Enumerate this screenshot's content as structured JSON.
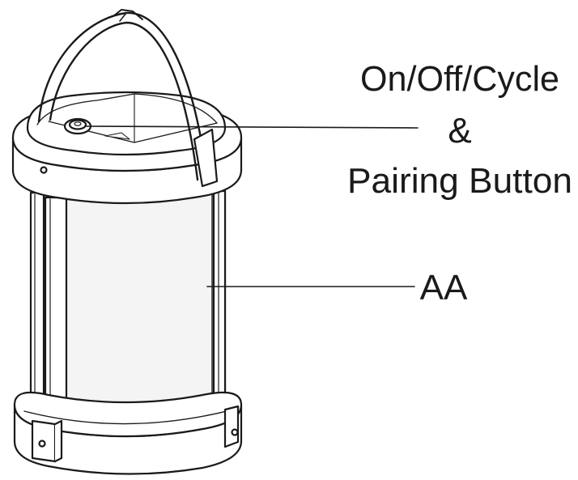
{
  "diagram": {
    "subject": "lantern",
    "callouts": {
      "button": {
        "line1": "On/Off/Cycle",
        "line2": "&",
        "line3": "Pairing Button"
      },
      "battery": {
        "label": "AA"
      }
    }
  },
  "colors": {
    "stroke": "#1a1a1a",
    "fill": "#ffffff",
    "shade": "#f4f4f4"
  }
}
